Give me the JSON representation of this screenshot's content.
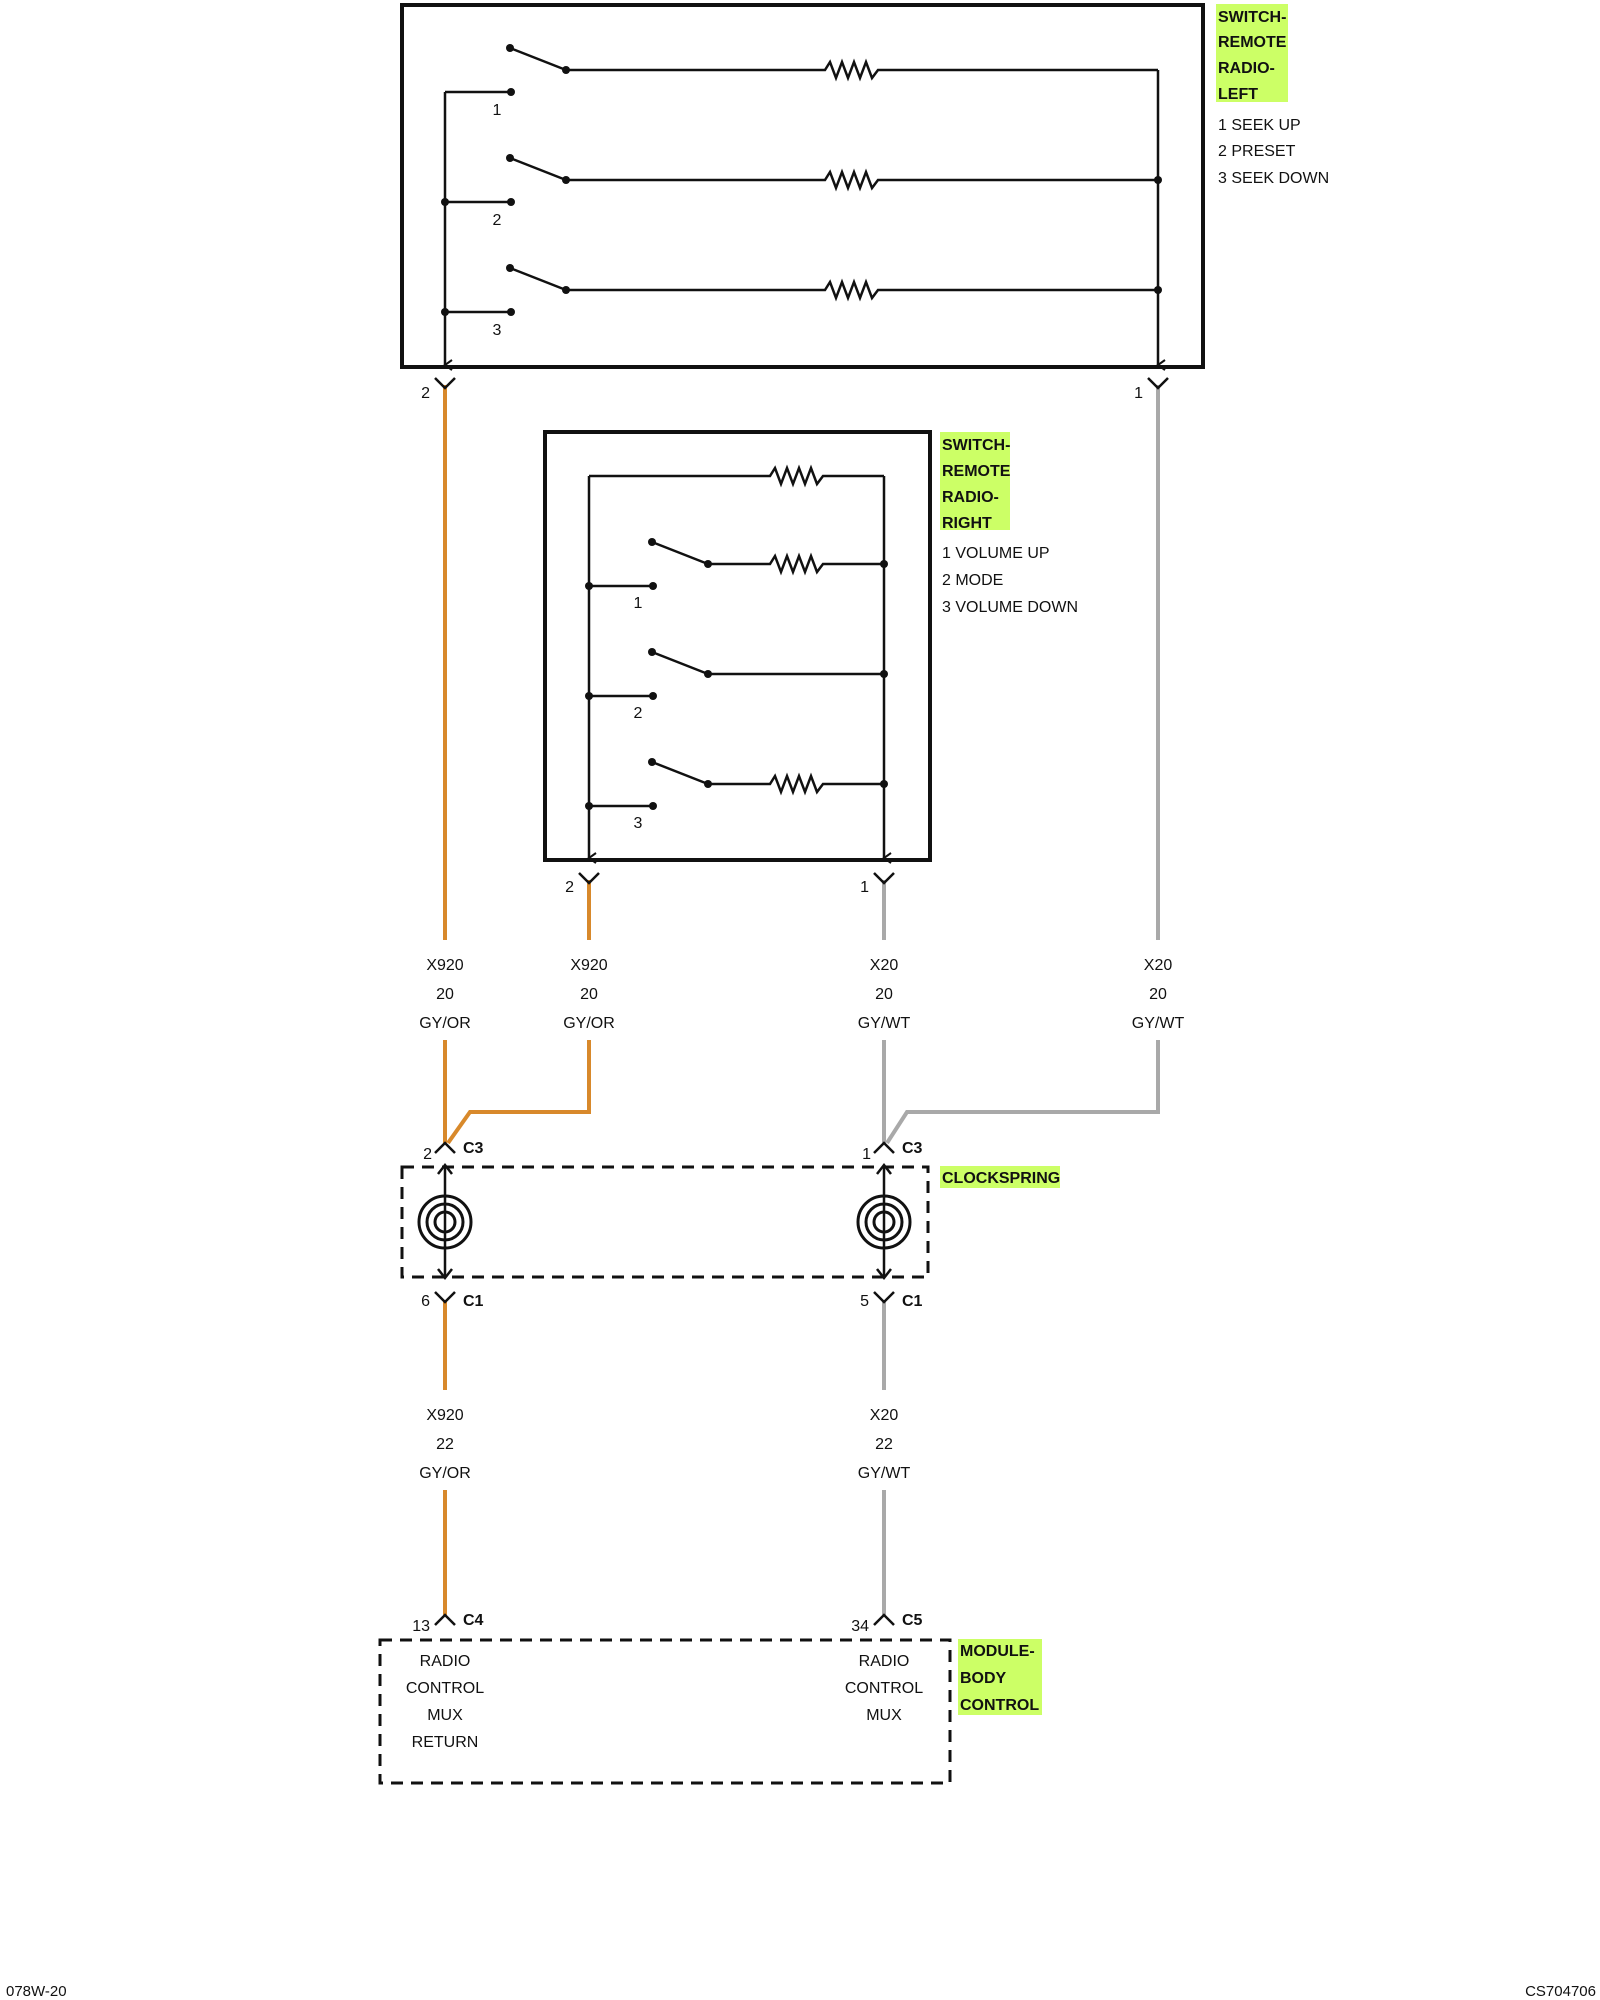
{
  "colors": {
    "wire_gy_or": "#d8892b",
    "wire_gy_wt": "#a9a9a9",
    "highlight": "#ccff66",
    "line": "#111111"
  },
  "components": {
    "left_switch": {
      "title_lines": [
        "SWITCH-",
        "REMOTE",
        "RADIO-",
        "LEFT"
      ],
      "legend": [
        "1 SEEK UP",
        "2 PRESET",
        "3 SEEK DOWN"
      ],
      "contact_labels": [
        "1",
        "2",
        "3"
      ],
      "pin_left": "2",
      "pin_right": "1"
    },
    "right_switch": {
      "title_lines": [
        "SWITCH-",
        "REMOTE",
        "RADIO-",
        "RIGHT"
      ],
      "legend": [
        "1 VOLUME UP",
        "2 MODE",
        "3 VOLUME DOWN"
      ],
      "contact_labels": [
        "1",
        "2",
        "3"
      ],
      "pin_left": "2",
      "pin_right": "1"
    },
    "clockspring": {
      "title": "CLOCKSPRING",
      "top_pin_left": "2",
      "top_pin_right": "1",
      "top_connector": "C3",
      "bottom_pin_left": "6",
      "bottom_pin_right": "5",
      "bottom_connector": "C1"
    },
    "body_module": {
      "title_lines": [
        "MODULE-",
        "BODY",
        "CONTROL"
      ],
      "pin_left": "13",
      "connector_left": "C4",
      "pin_right": "34",
      "connector_right": "C5",
      "left_function": [
        "RADIO",
        "CONTROL",
        "MUX",
        "RETURN"
      ],
      "right_function": [
        "RADIO",
        "CONTROL",
        "MUX"
      ]
    }
  },
  "wires": {
    "w1": [
      "X920",
      "20",
      "GY/OR"
    ],
    "w2": [
      "X920",
      "20",
      "GY/OR"
    ],
    "w3": [
      "X20",
      "20",
      "GY/WT"
    ],
    "w4": [
      "X20",
      "20",
      "GY/WT"
    ],
    "w5": [
      "X920",
      "22",
      "GY/OR"
    ],
    "w6": [
      "X20",
      "22",
      "GY/WT"
    ]
  },
  "footer": {
    "left": "078W-20",
    "right": "CS704706"
  }
}
